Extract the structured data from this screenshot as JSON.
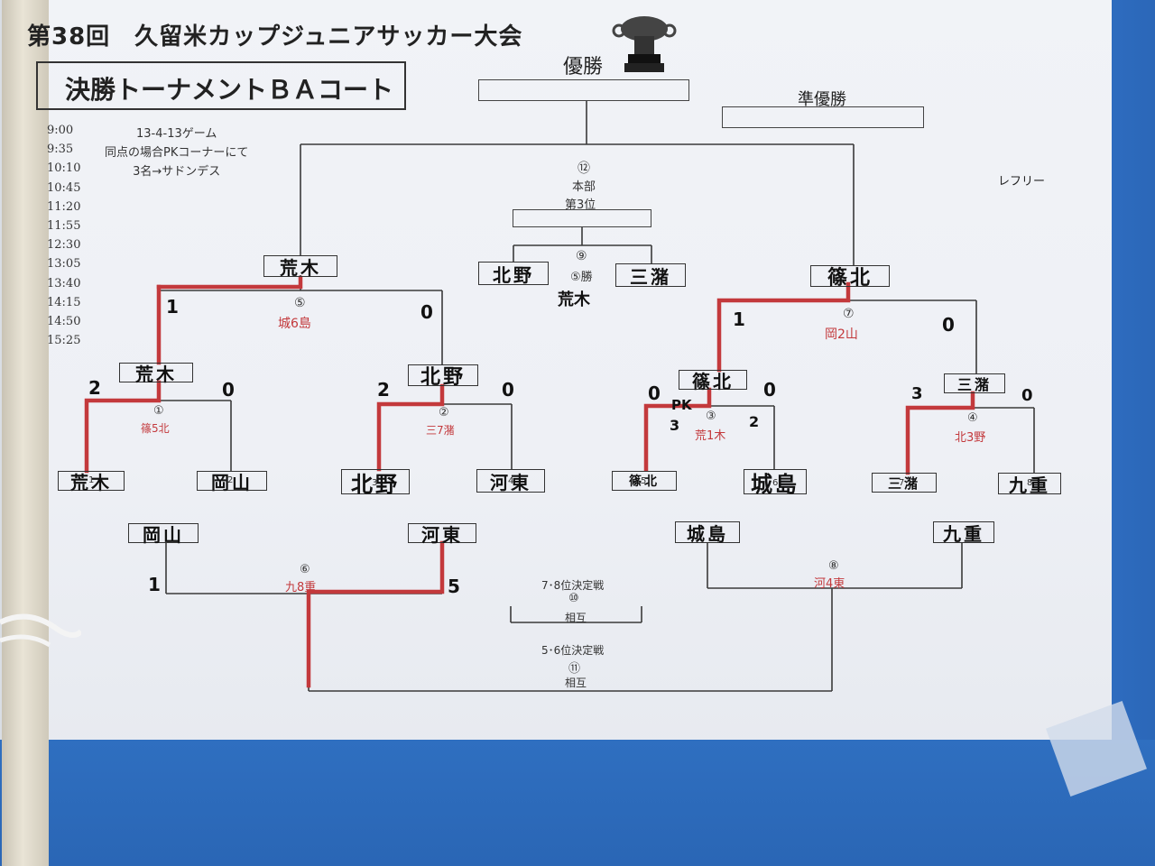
{
  "title": "第38回　久留米カップジュニアサッカー大会",
  "subtitle": "決勝トーナメントＢＡコート",
  "labels": {
    "champion": "優勝",
    "runner_up": "準優勝",
    "referee": "レフリー",
    "honbu": "本部",
    "third_place": "第3位"
  },
  "schedule": [
    "9:00",
    "9:35",
    "10:10",
    "10:45",
    "11:20",
    "11:55",
    "12:30",
    "13:05",
    "13:40",
    "14:15",
    "14:50",
    "15:25"
  ],
  "notes": [
    "13-4-13ゲーム",
    "同点の場合PKコーナーにて",
    "3名→サドンデス"
  ],
  "teams": {
    "r1": [
      "荒木",
      "岡山",
      "北野",
      "河東",
      "篠北",
      "城島",
      "三潴",
      "九重"
    ],
    "r2": [
      "荒木",
      "北野",
      "篠北",
      "三潴"
    ],
    "semi": [
      "荒木",
      "篠北"
    ],
    "third_place_match": [
      "北野",
      "三潴"
    ],
    "consolation": [
      "岡山",
      "河東",
      "城島",
      "九重"
    ]
  },
  "matches": [
    {
      "num": "①",
      "ref": "篠5北",
      "left_score": "2",
      "right_score": "0"
    },
    {
      "num": "②",
      "ref": "三7潴",
      "left_score": "2",
      "right_score": "0"
    },
    {
      "num": "③",
      "ref": "荒1木",
      "left_score": "0",
      "right_score": "0",
      "pk_left": "3",
      "pk_right": "2",
      "pk_label": "PK"
    },
    {
      "num": "④",
      "ref": "北3野",
      "left_score": "3",
      "right_score": "0"
    },
    {
      "num": "⑤",
      "ref": "城6島",
      "left_score": "1",
      "right_score": "0"
    },
    {
      "num": "⑥",
      "ref": "九8重",
      "left_score": "1",
      "right_score": "5"
    },
    {
      "num": "⑦",
      "ref": "岡2山",
      "left_score": "1",
      "right_score": "0"
    },
    {
      "num": "⑧",
      "ref": "河4東"
    },
    {
      "num": "⑨",
      "result": "⑤勝",
      "ref": "荒木"
    },
    {
      "num": "⑩",
      "label": "7･8位決定戦",
      "ref": "相互"
    },
    {
      "num": "⑪",
      "label": "5･6位決定戦",
      "ref": "相互"
    },
    {
      "num": "⑫"
    }
  ],
  "seed_numbers": {
    "araki": "1",
    "okayama": "2",
    "kitano": "3",
    "kawahigashi": "4",
    "shinokita": "5",
    "jojima": "6",
    "mizuma": "7",
    "kokonoe": "8"
  },
  "colors": {
    "winner_line": "#c3393c",
    "bracket_line": "#3a3a3a",
    "board_blue": "#2d6bbd"
  }
}
